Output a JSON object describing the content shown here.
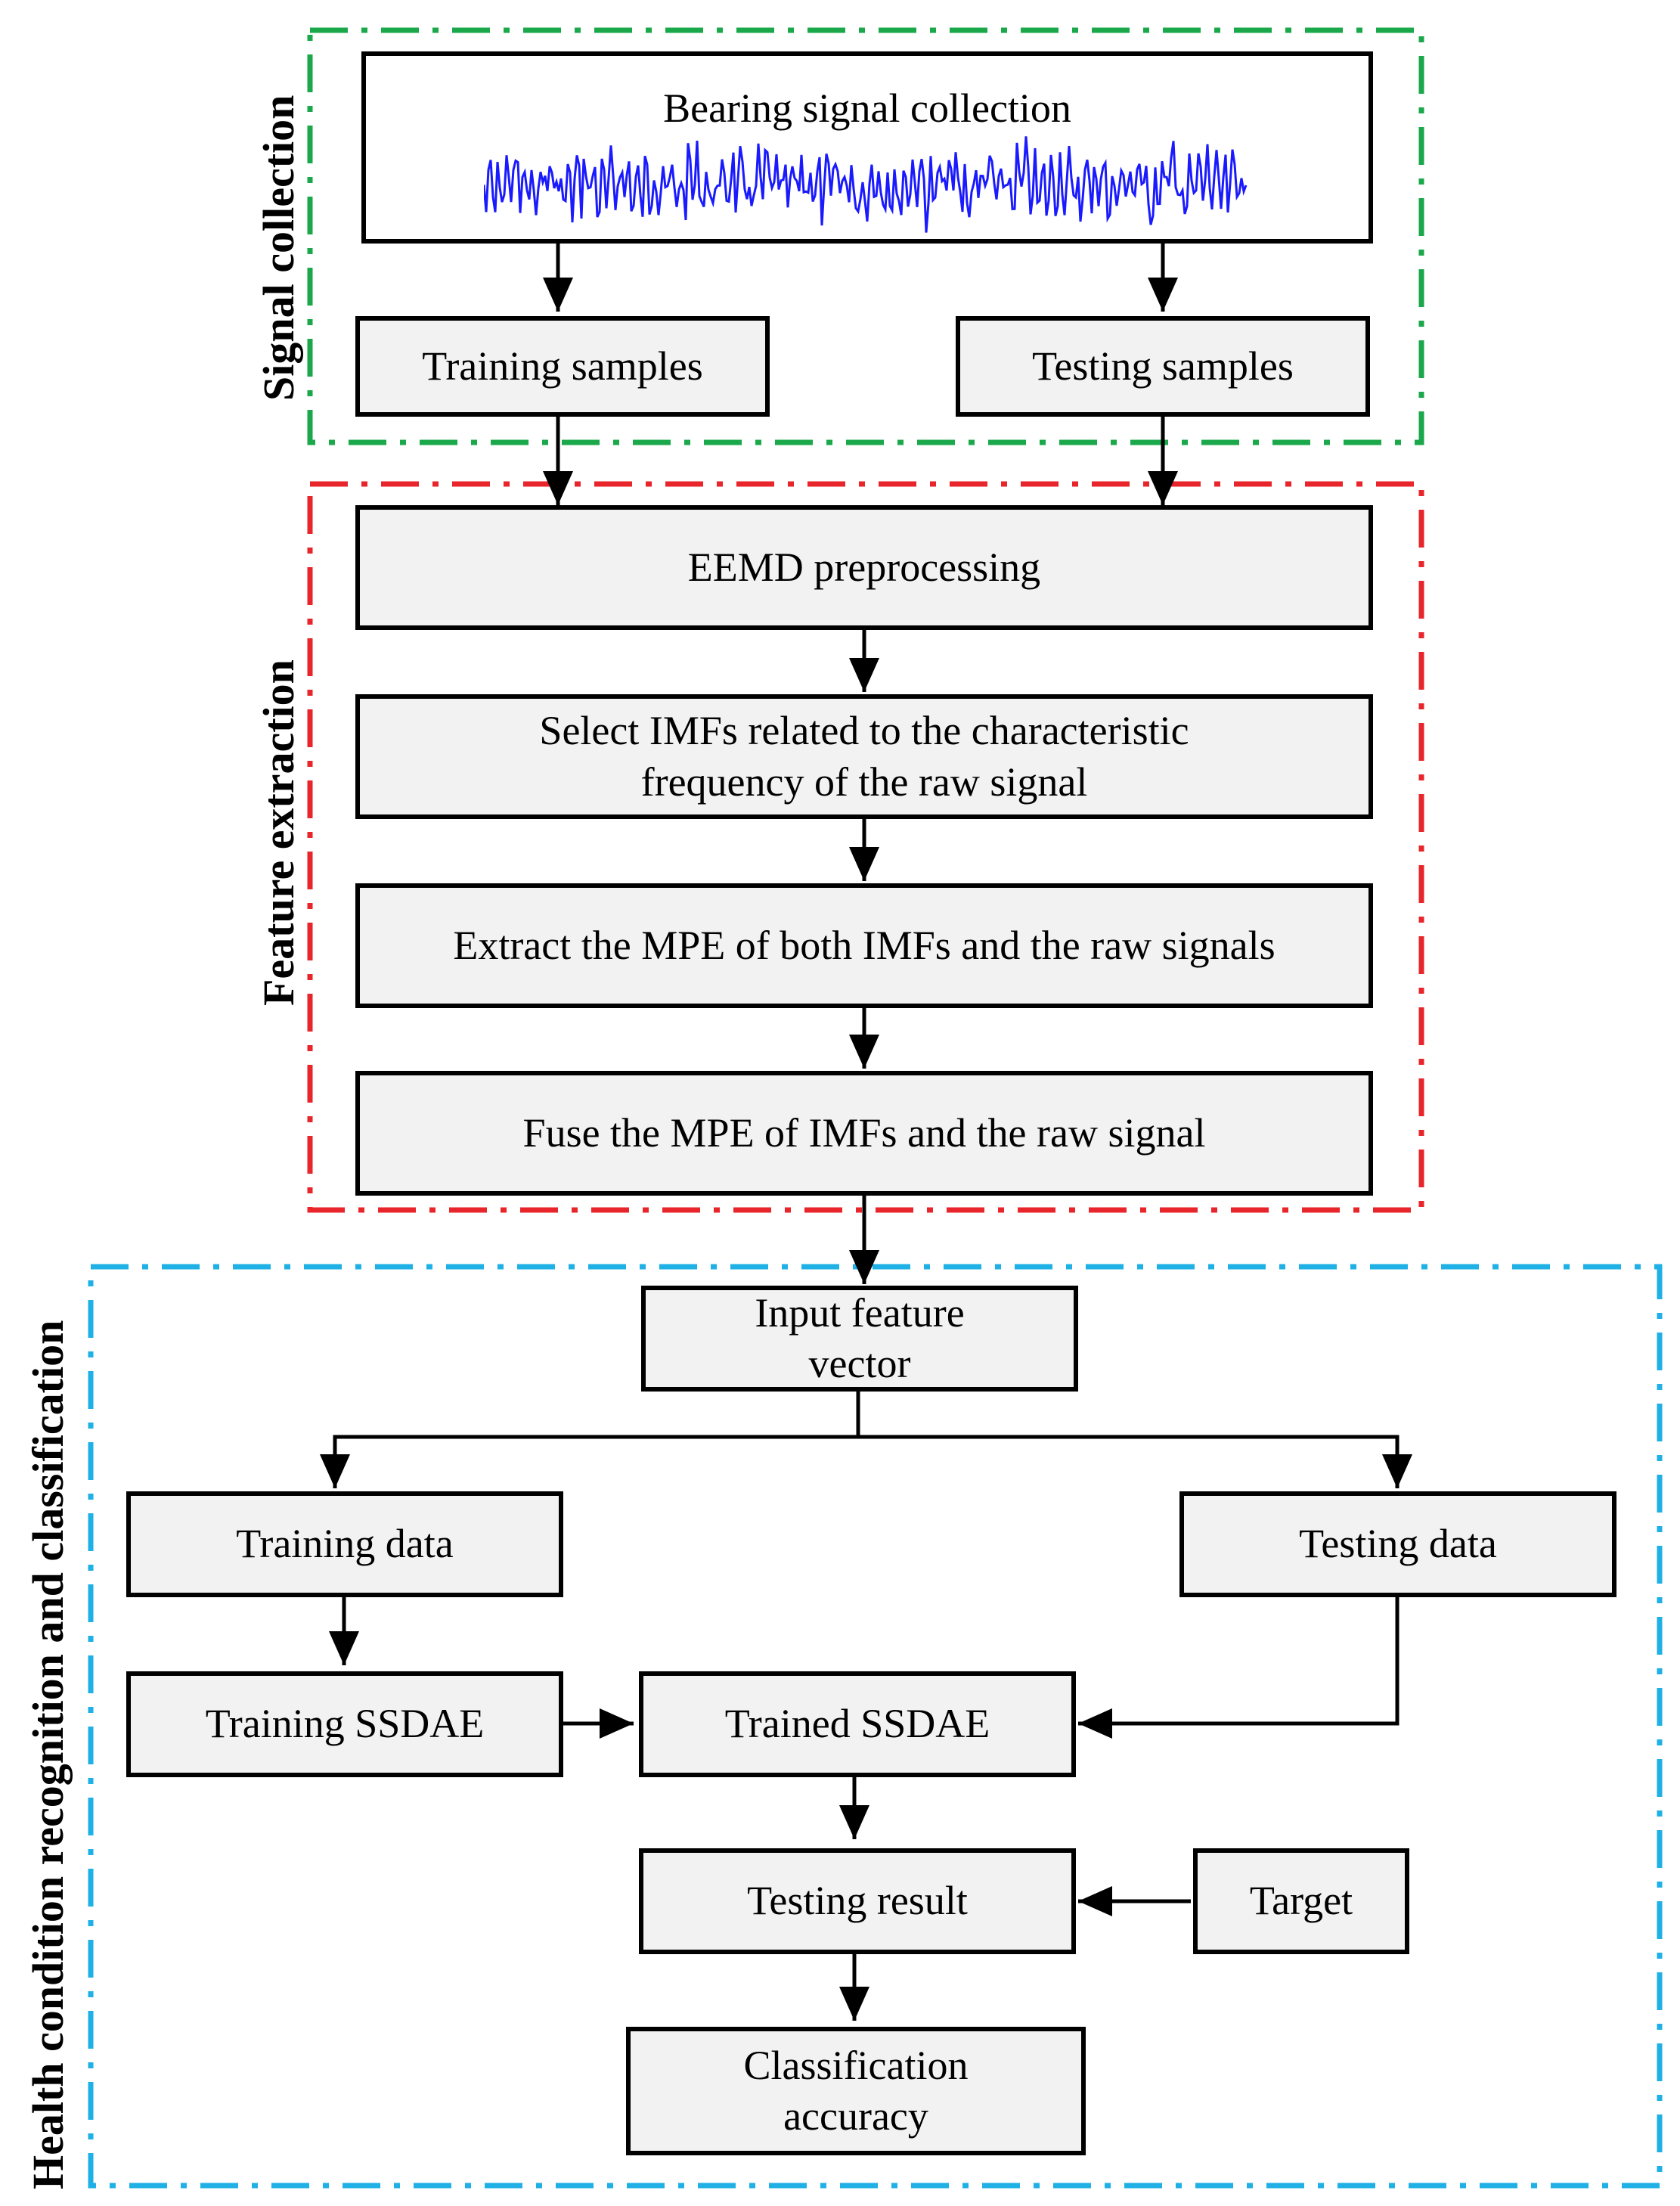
{
  "groups": {
    "signal_collection": {
      "label": "Signal collection",
      "color": "#1aa84a"
    },
    "feature_extraction": {
      "label": "Feature extraction",
      "color": "#e8252a"
    },
    "health_condition": {
      "label": "Health condition recognition and classification",
      "color": "#1fb0e6"
    }
  },
  "boxes": {
    "bearing_signal": "Bearing signal collection",
    "training_samples": "Training samples",
    "testing_samples": "Testing samples",
    "eemd": "EEMD preprocessing",
    "select_imfs": "Select  IMFs related to the characteristic frequency of the raw signal",
    "extract_mpe": "Extract the  MPE of both IMFs and the raw signals",
    "fuse_mpe": "Fuse the MPE of IMFs and the raw signal",
    "input_feature": "Input feature vector",
    "training_data": "Training data",
    "testing_data": "Testing data",
    "training_ssdae": "Training SSDAE",
    "trained_ssdae": "Trained SSDAE",
    "testing_result": "Testing result",
    "target": "Target",
    "classification_accuracy": "Classification accuracy"
  },
  "colors": {
    "box_fill": "#f2f2f2",
    "signal_wave": "#1a1aff",
    "line": "#000000"
  }
}
